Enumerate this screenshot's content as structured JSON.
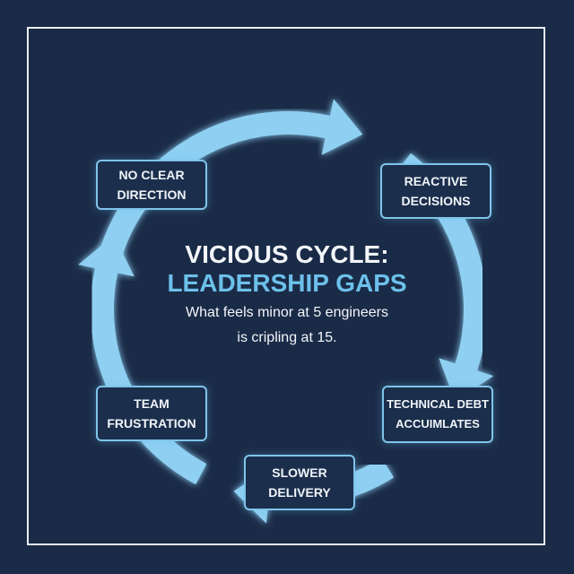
{
  "title_line1": "VICIOUS CYCLE:",
  "title_line2": "LEADERSHIP GAPS",
  "subtitle_line1": "What feels minor at 5 engineers",
  "subtitle_line2": "is cripling at 15.",
  "steps": [
    {
      "line1": "NO CLEAR",
      "line2": "DIRECTION"
    },
    {
      "line1": "REACTIVE",
      "line2": "DECISIONS"
    },
    {
      "line1": "TECHNICAL DEBT",
      "line2": "ACCUIMLATES"
    },
    {
      "line1": "SLOWER",
      "line2": "DELIVERY"
    },
    {
      "line1": "TEAM",
      "line2": "FRUSTRATION"
    }
  ],
  "colors": {
    "background": "#1a2b47",
    "arrow": "#8fd0f2",
    "accent": "#6cc0ea"
  }
}
